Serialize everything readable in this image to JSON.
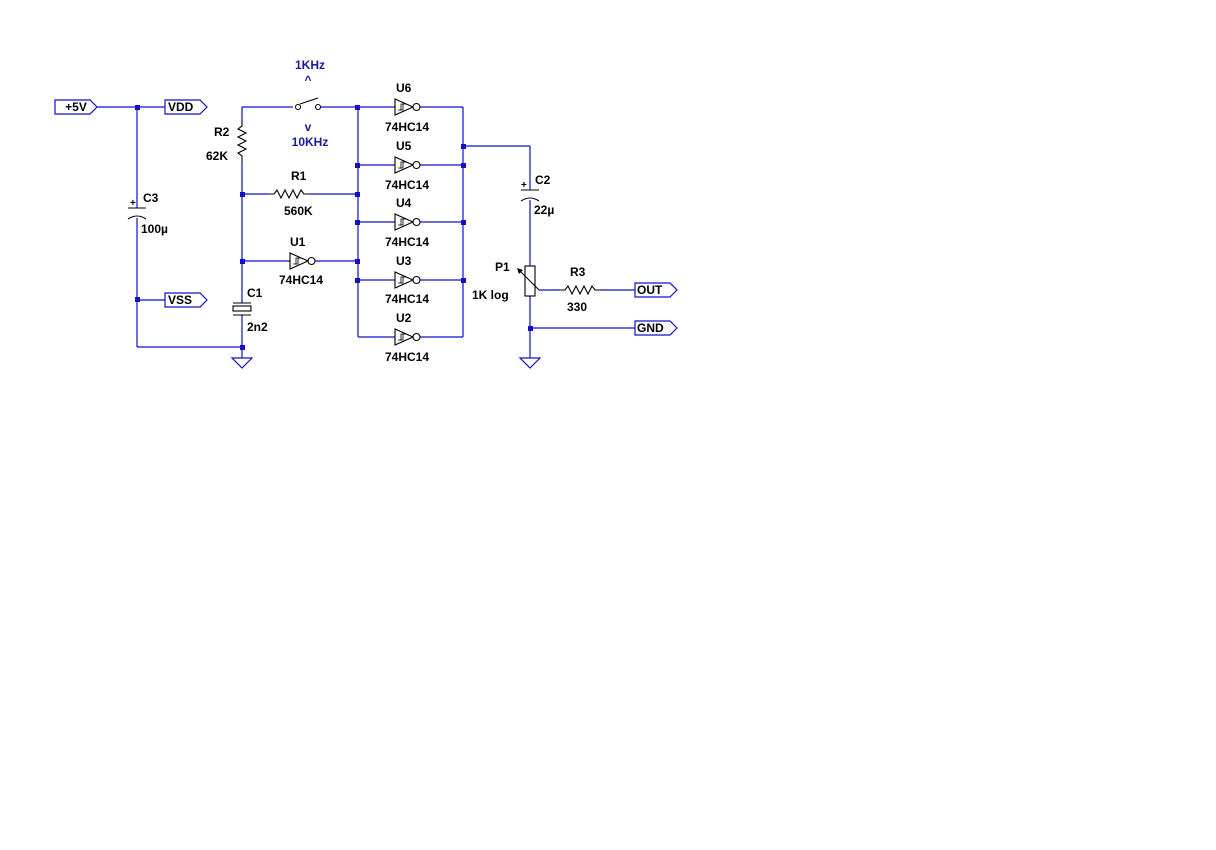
{
  "colors": {
    "wire": "#1010c8",
    "component": "#000000",
    "annotation": "#1a1a9a",
    "background": "#ffffff"
  },
  "flags": {
    "p5v": "+5V",
    "vdd": "VDD",
    "vss": "VSS",
    "out": "OUT",
    "gnd": "GND"
  },
  "switch": {
    "up_label": "1KHz",
    "up_arrow": "^",
    "down_label": "10KHz",
    "down_arrow": "v"
  },
  "components": {
    "r2": {
      "ref": "R2",
      "value": "62K"
    },
    "r1": {
      "ref": "R1",
      "value": "560K"
    },
    "r3": {
      "ref": "R3",
      "value": "330"
    },
    "c1": {
      "ref": "C1",
      "value": "2n2"
    },
    "c2": {
      "ref": "C2",
      "value": "22µ",
      "polarity": "+"
    },
    "c3": {
      "ref": "C3",
      "value": "100µ",
      "polarity": "+"
    },
    "p1": {
      "ref": "P1",
      "value": "1K log"
    },
    "u1": {
      "ref": "U1",
      "value": "74HC14"
    },
    "u2": {
      "ref": "U2",
      "value": "74HC14"
    },
    "u3": {
      "ref": "U3",
      "value": "74HC14"
    },
    "u4": {
      "ref": "U4",
      "value": "74HC14"
    },
    "u5": {
      "ref": "U5",
      "value": "74HC14"
    },
    "u6": {
      "ref": "U6",
      "value": "74HC14"
    }
  }
}
